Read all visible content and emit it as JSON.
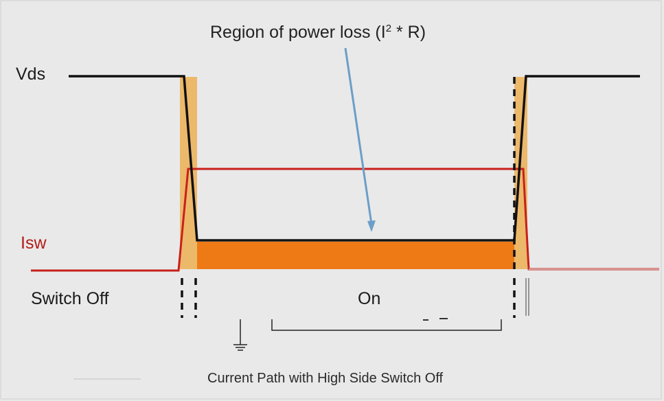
{
  "title": "Region of power loss (I",
  "title_sup": "2",
  "title_tail": " * R)",
  "labels": {
    "vds": "Vds",
    "isw": "Isw",
    "switch_off": "Switch Off",
    "on": "On",
    "caption": "Current Path with High Side Switch Off"
  },
  "colors": {
    "background": "#e9e9e9",
    "vds_line": "#111111",
    "isw_line": "#c8201a",
    "conduction_loss": "#ee7a16",
    "switching_loss": "#ecb86a",
    "arrow": "#6b9ec8"
  }
}
